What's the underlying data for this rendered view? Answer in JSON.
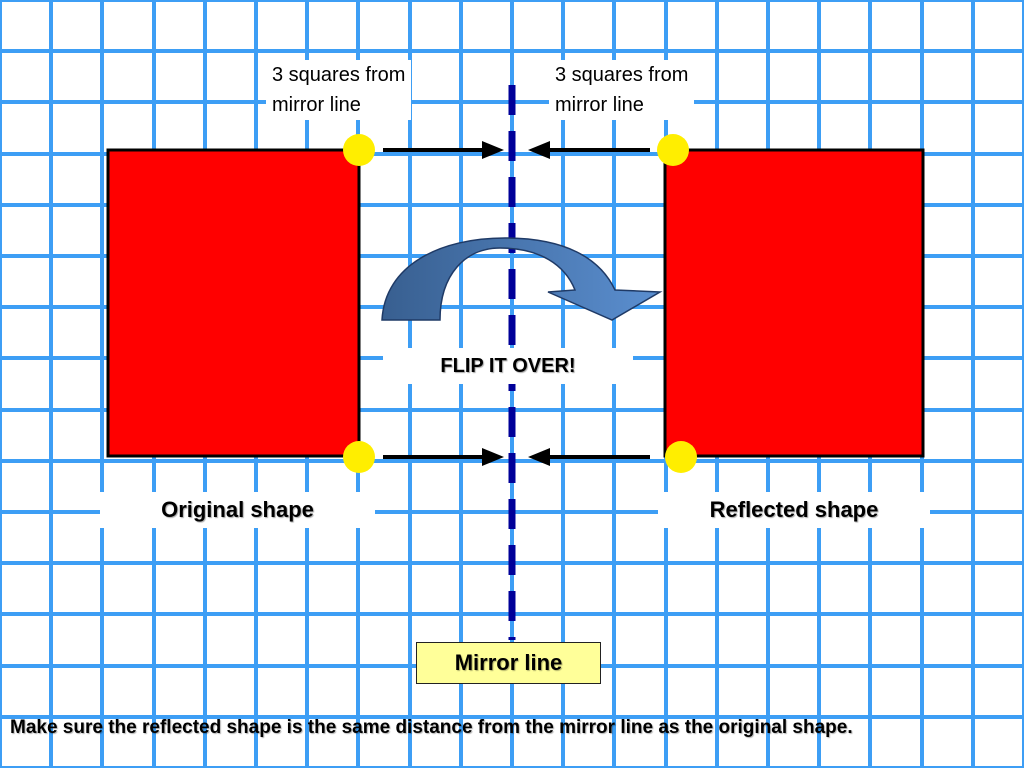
{
  "colors": {
    "grid_line": "#3d9ef5",
    "grid_background": "#ffffff",
    "shape_fill": "#ff0000",
    "shape_stroke": "#000000",
    "vertex_dot": "#ffee00",
    "mirror_line": "#000099",
    "arrow": "#000000",
    "flip_arrow_light": "#5b8fd0",
    "flip_arrow_dark": "#385f90",
    "mirror_label_bg": "#ffff99"
  },
  "notes": {
    "left": {
      "line1": "3 squares from",
      "line2": "mirror line"
    },
    "right": {
      "line1": "3 squares from",
      "line2": "mirror line"
    }
  },
  "flip_label": "FLIP IT OVER!",
  "captions": {
    "original": "Original shape",
    "reflected": "Reflected shape"
  },
  "mirror_label": "Mirror line",
  "footer_text": "Make sure the reflected shape is the same distance from the mirror line as the original shape."
}
